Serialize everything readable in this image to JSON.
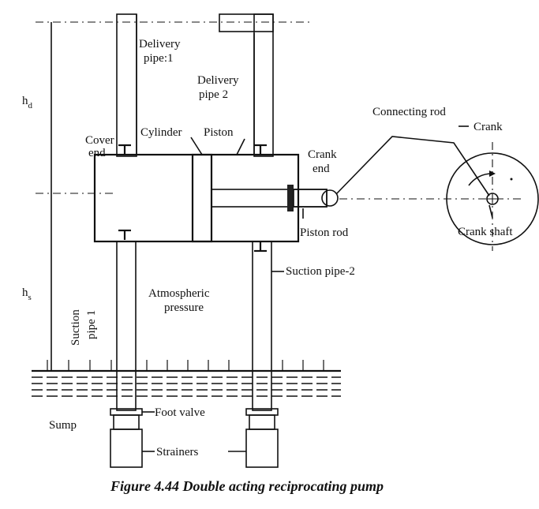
{
  "figure": {
    "caption": "Figure 4.44 Double acting reciprocating pump",
    "labels": {
      "delivery_pipe_1_a": "Delivery",
      "delivery_pipe_1_b": "pipe:1",
      "delivery_pipe_2_a": "Delivery",
      "delivery_pipe_2_b": "pipe 2",
      "cylinder": "Cylinder",
      "piston": "Piston",
      "cover_end_a": "Cover",
      "cover_end_b": "end",
      "crank_end_a": "Crank",
      "crank_end_b": "end",
      "connecting_rod": "Connecting rod",
      "crank": "Crank",
      "piston_rod": "Piston rod",
      "crank_shaft": "Crank shaft",
      "hd_main": "h",
      "hd_sub": "d",
      "hs_main": "h",
      "hs_sub": "s",
      "suction_pipe_1_a": "Suction",
      "suction_pipe_1_b": "pipe 1",
      "suction_pipe_2": "Suction pipe-2",
      "atmospheric_a": "Atmospheric",
      "atmospheric_b": "pressure",
      "sump": "Sump",
      "foot_valve": "Foot valve",
      "strainers": "Strainers"
    }
  }
}
